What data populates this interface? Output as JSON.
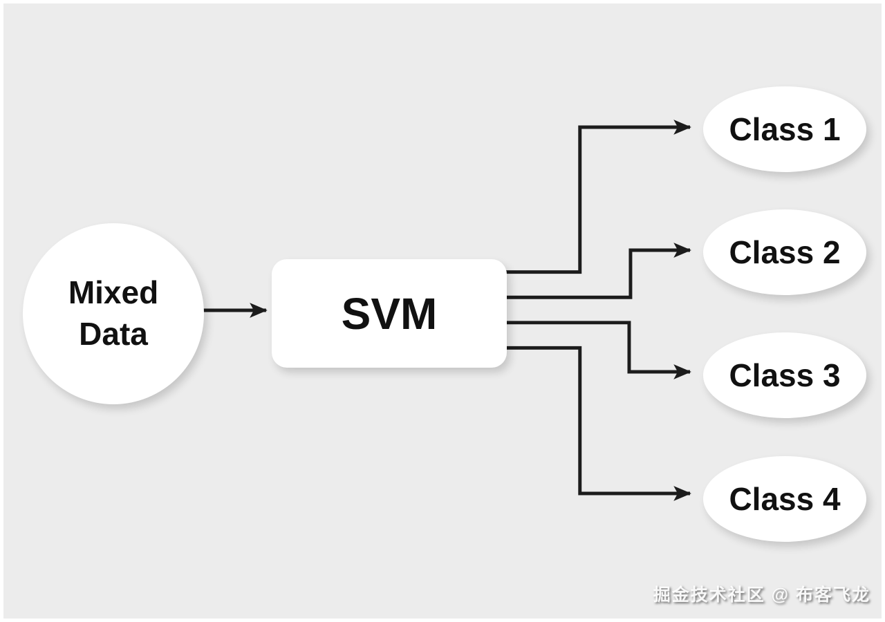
{
  "diagram": {
    "input_node": {
      "id": "mixed-data",
      "label_line1": "Mixed",
      "label_line2": "Data",
      "shape": "circle"
    },
    "process_node": {
      "id": "svm",
      "label": "SVM",
      "shape": "rounded-rect"
    },
    "output_nodes": [
      {
        "id": "class-1",
        "label": "Class 1",
        "shape": "ellipse"
      },
      {
        "id": "class-2",
        "label": "Class 2",
        "shape": "ellipse"
      },
      {
        "id": "class-3",
        "label": "Class 3",
        "shape": "ellipse"
      },
      {
        "id": "class-4",
        "label": "Class 4",
        "shape": "ellipse"
      }
    ],
    "edges": [
      {
        "from": "mixed-data",
        "to": "svm"
      },
      {
        "from": "svm",
        "to": "class-1"
      },
      {
        "from": "svm",
        "to": "class-2"
      },
      {
        "from": "svm",
        "to": "class-3"
      },
      {
        "from": "svm",
        "to": "class-4"
      }
    ],
    "colors": {
      "background": "#ececec",
      "node_fill": "#ffffff",
      "line": "#1c1c1c",
      "text": "#111111",
      "frame": "#ffffff"
    },
    "watermark": "掘金技术社区 @ 布客飞龙"
  }
}
